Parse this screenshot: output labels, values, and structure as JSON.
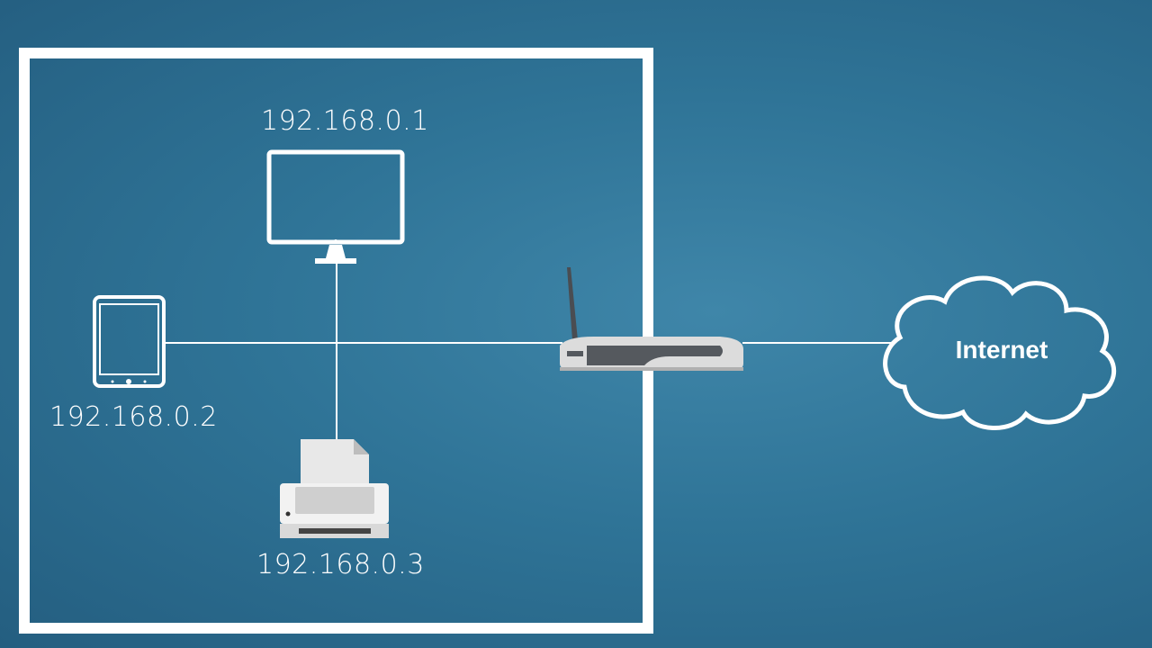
{
  "devices": {
    "monitor": {
      "ip": "192.168.0.1",
      "icon": "monitor-icon"
    },
    "tablet": {
      "ip": "192.168.0.2",
      "icon": "tablet-icon"
    },
    "printer": {
      "ip": "192.168.0.3",
      "icon": "printer-icon"
    },
    "router": {
      "icon": "router-icon"
    }
  },
  "cloud": {
    "label": "Internet",
    "icon": "cloud-icon"
  },
  "colors": {
    "background": "#2f7497",
    "line": "#ffffff",
    "router_body": "#d9d9d9",
    "router_dark": "#555a5f"
  }
}
